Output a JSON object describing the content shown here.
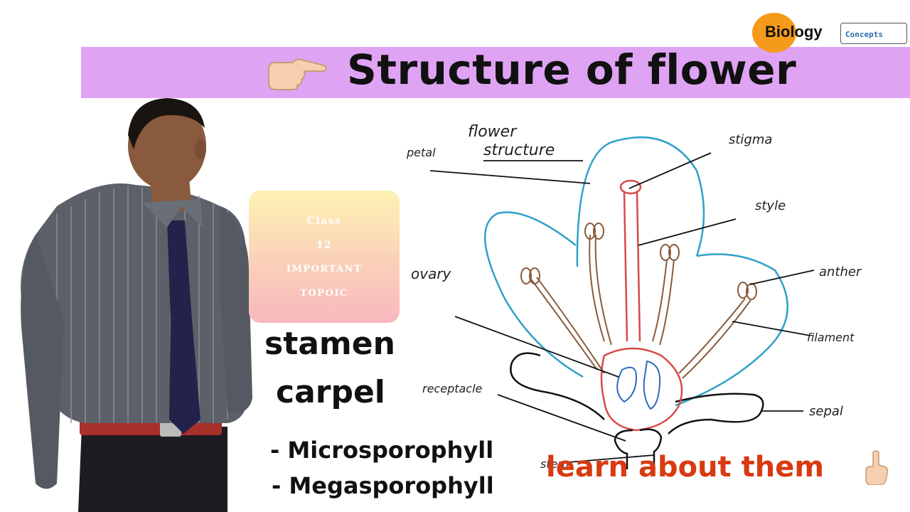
{
  "banner": {
    "title": "Structure of flower",
    "pointer_icon": "pointing-right-hand-icon"
  },
  "logo": {
    "word": "Biology",
    "sub": "Concepts"
  },
  "class_card": {
    "lines": [
      "Class",
      "12",
      "important",
      "topoic"
    ]
  },
  "topics": {
    "stamen": "stamen",
    "carpel": "carpel"
  },
  "terms": {
    "micro": "- Microsporophyll",
    "mega": "- Megasporophyll"
  },
  "cta": {
    "text": "learn about them",
    "icon": "pointing-up-hand-icon"
  },
  "diagram": {
    "heading_1": "flower",
    "heading_2": "structure",
    "labels": {
      "petal": "petal",
      "stigma": "stigma",
      "style": "style",
      "anther": "anther",
      "filament": "filament",
      "ovary": "ovary",
      "receptacle": "receptacle",
      "sepal": "sepal",
      "stem": "stem"
    }
  },
  "colors": {
    "banner": "#dfa3f4",
    "cta": "#d93a10",
    "petal_outline": "#2fa0c8",
    "pistil": "#d84a4a",
    "stamen": "#8a5a3a"
  }
}
